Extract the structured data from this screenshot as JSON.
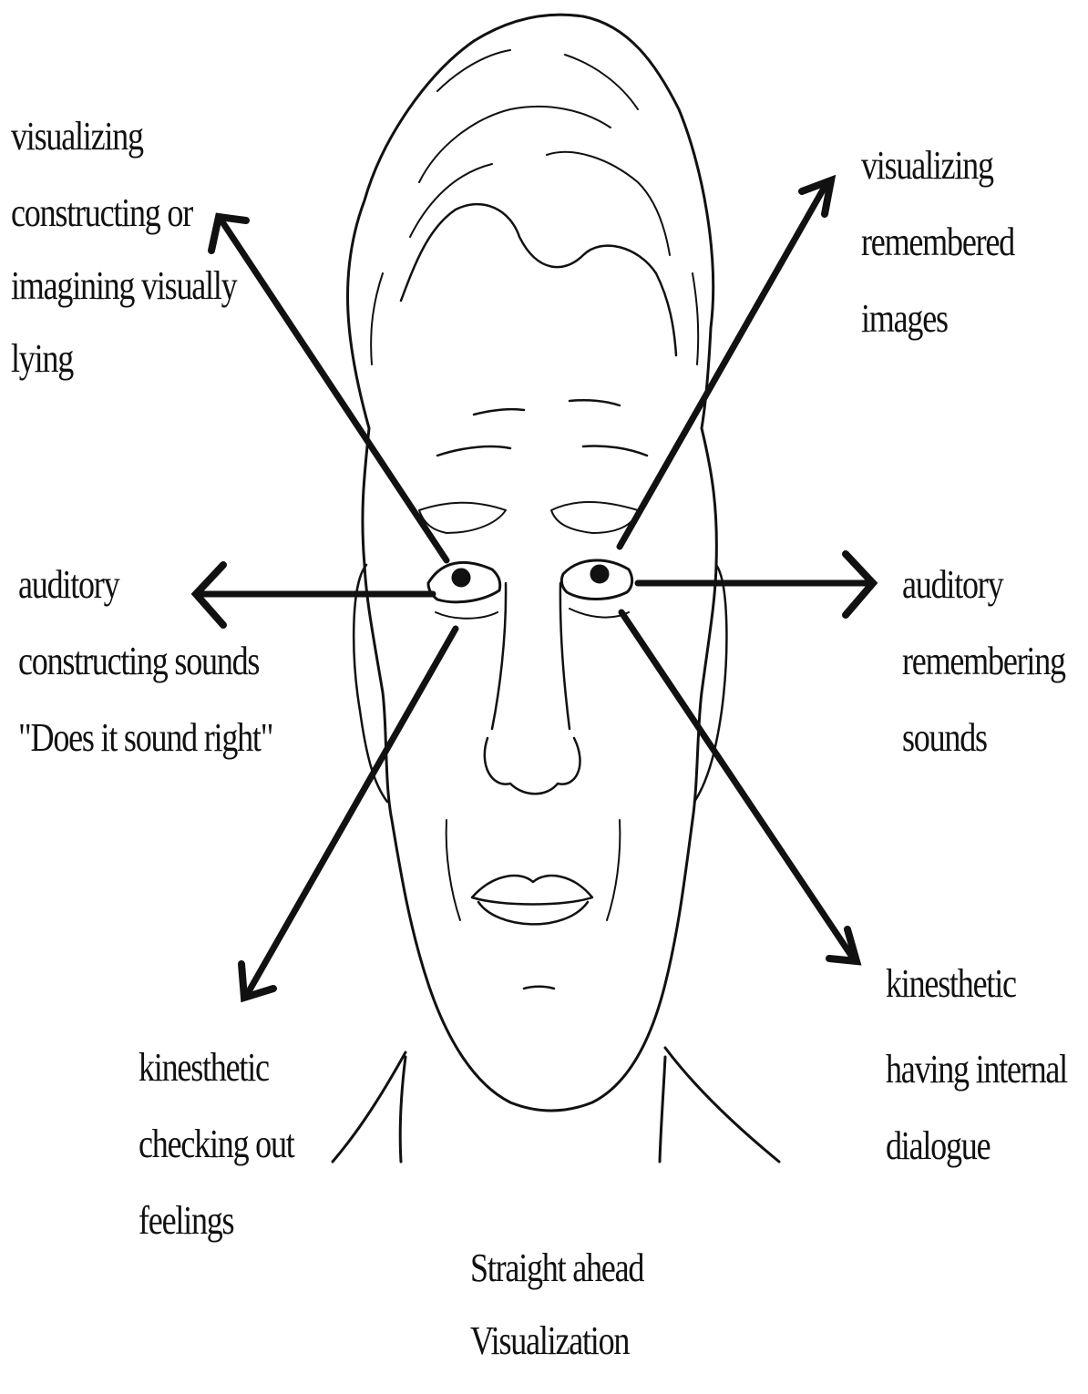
{
  "labels": {
    "upper_left": {
      "lines": [
        "visualizing",
        "constructing or",
        "imagining visually",
        "lying"
      ]
    },
    "upper_right": {
      "lines": [
        "visualizing",
        "remembered",
        "images"
      ]
    },
    "middle_left": {
      "lines": [
        "auditory",
        "constructing sounds",
        "\"Does it sound right\""
      ]
    },
    "middle_right": {
      "lines": [
        "auditory",
        "remembering",
        "sounds"
      ]
    },
    "lower_left": {
      "lines": [
        "kinesthetic",
        "checking out",
        "feelings"
      ]
    },
    "lower_right": {
      "lines": [
        "kinesthetic",
        "having internal",
        "dialogue"
      ]
    },
    "bottom_center": {
      "lines": [
        "Straight ahead",
        "Visualization"
      ]
    }
  },
  "colors": {
    "ink": "#111111",
    "background": "#ffffff"
  },
  "icons": {
    "face": "face-line-drawing",
    "arrows": "direction-arrow"
  }
}
